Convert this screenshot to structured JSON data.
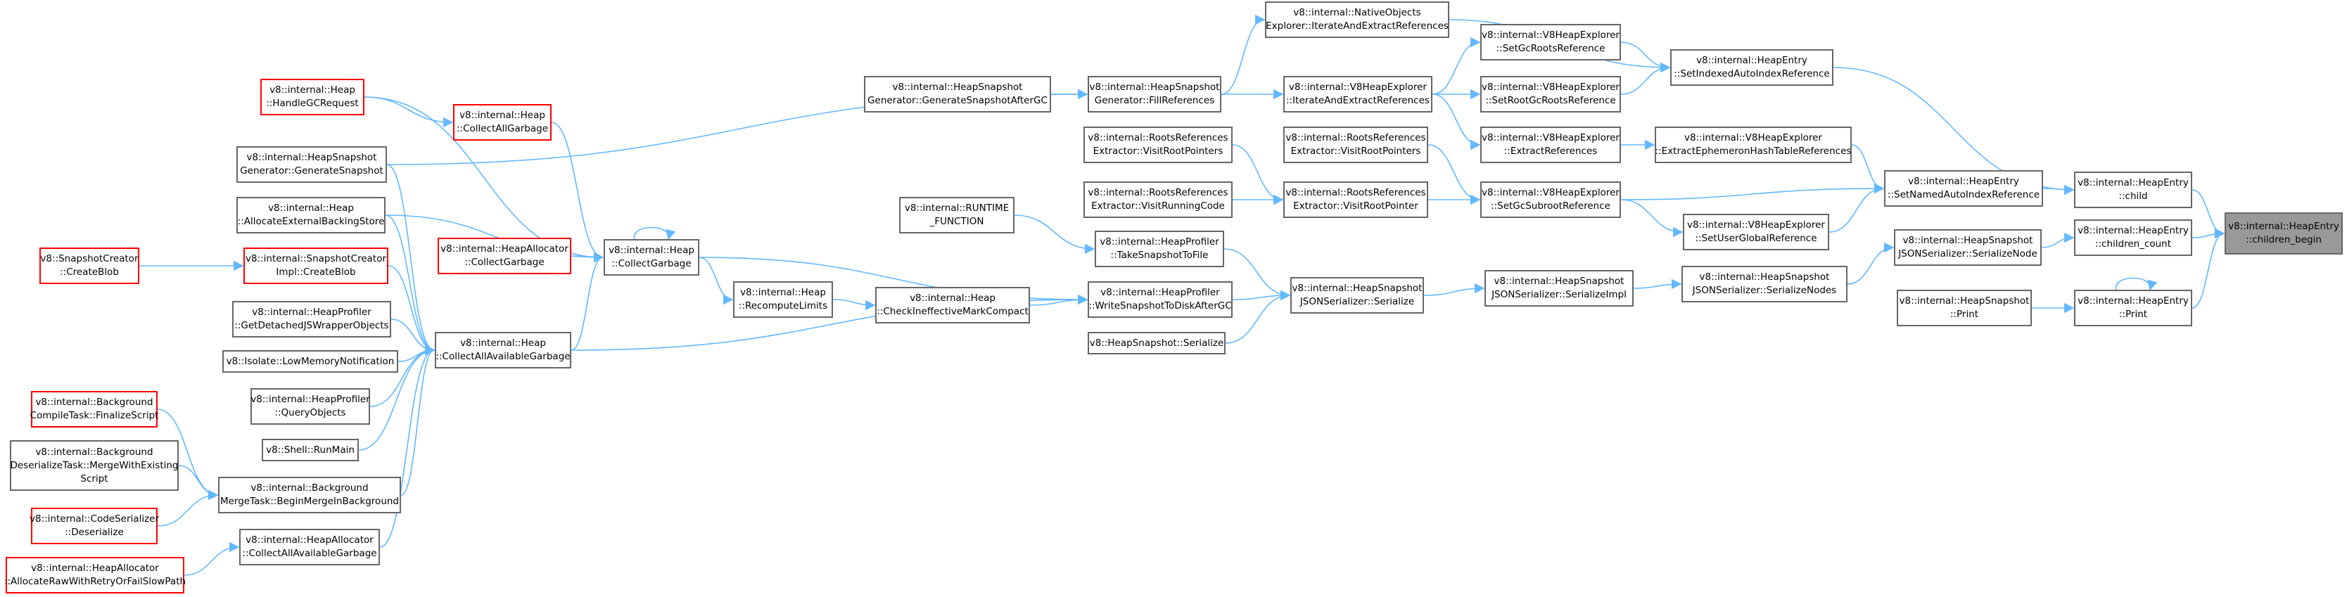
{
  "graph": {
    "nodes": [
      {
        "id": "n_children_begin",
        "lines": [
          "v8::internal::HeapEntry",
          "::children_begin"
        ],
        "style": "focus"
      },
      {
        "id": "n_he_child",
        "lines": [
          "v8::internal::HeapEntry",
          "::child"
        ],
        "style": "normal"
      },
      {
        "id": "n_he_children_count",
        "lines": [
          "v8::internal::HeapEntry",
          "::children_count"
        ],
        "style": "normal"
      },
      {
        "id": "n_he_print",
        "lines": [
          "v8::internal::HeapEntry",
          "::Print"
        ],
        "style": "normal"
      },
      {
        "id": "n_hs_print",
        "lines": [
          "v8::internal::HeapSnapshot",
          "::Print"
        ],
        "style": "normal"
      },
      {
        "id": "n_he_setindexed",
        "lines": [
          "v8::internal::HeapEntry",
          "::SetIndexedAutoIndexReference"
        ],
        "style": "normal"
      },
      {
        "id": "n_he_setnamed",
        "lines": [
          "v8::internal::HeapEntry",
          "::SetNamedAutoIndexReference"
        ],
        "style": "normal"
      },
      {
        "id": "n_json_serializenode",
        "lines": [
          "v8::internal::HeapSnapshot",
          "JSONSerializer::SerializeNode"
        ],
        "style": "normal"
      },
      {
        "id": "n_json_serializenodes",
        "lines": [
          "v8::internal::HeapSnapshot",
          "JSONSerializer::SerializeNodes"
        ],
        "style": "normal"
      },
      {
        "id": "n_json_serializeimpl",
        "lines": [
          "v8::internal::HeapSnapshot",
          "JSONSerializer::SerializeImpl"
        ],
        "style": "normal"
      },
      {
        "id": "n_json_serialize",
        "lines": [
          "v8::internal::HeapSnapshot",
          "JSONSerializer::Serialize"
        ],
        "style": "normal"
      },
      {
        "id": "n_native_iterate",
        "lines": [
          "v8::internal::NativeObjects",
          "Explorer::IterateAndExtractReferences"
        ],
        "style": "normal"
      },
      {
        "id": "n_v8he_setgcroots",
        "lines": [
          "v8::internal::V8HeapExplorer",
          "::SetGcRootsReference"
        ],
        "style": "normal"
      },
      {
        "id": "n_v8he_setrootgcroots",
        "lines": [
          "v8::internal::V8HeapExplorer",
          "::SetRootGcRootsReference"
        ],
        "style": "normal"
      },
      {
        "id": "n_v8he_extractrefs",
        "lines": [
          "v8::internal::V8HeapExplorer",
          "::ExtractReferences"
        ],
        "style": "normal"
      },
      {
        "id": "n_v8he_ephemeron",
        "lines": [
          "v8::internal::V8HeapExplorer",
          "::ExtractEphemeronHashTableReferences"
        ],
        "style": "normal"
      },
      {
        "id": "n_v8he_setgcsubroot",
        "lines": [
          "v8::internal::V8HeapExplorer",
          "::SetGcSubrootReference"
        ],
        "style": "normal"
      },
      {
        "id": "n_v8he_setuserglobal",
        "lines": [
          "v8::internal::V8HeapExplorer",
          "::SetUserGlobalReference"
        ],
        "style": "normal"
      },
      {
        "id": "n_v8he_iterate",
        "lines": [
          "v8::internal::V8HeapExplorer",
          "::IterateAndExtractReferences"
        ],
        "style": "normal"
      },
      {
        "id": "n_rre_visitrootpointers_r",
        "lines": [
          "v8::internal::RootsReferences",
          "Extractor::VisitRootPointers"
        ],
        "style": "normal"
      },
      {
        "id": "n_rre_visitrootpointer",
        "lines": [
          "v8::internal::RootsReferences",
          "Extractor::VisitRootPointer"
        ],
        "style": "normal"
      },
      {
        "id": "n_rre_visitrootpointers_l",
        "lines": [
          "v8::internal::RootsReferences",
          "Extractor::VisitRootPointers"
        ],
        "style": "normal"
      },
      {
        "id": "n_rre_visitrunningcode",
        "lines": [
          "v8::internal::RootsReferences",
          "Extractor::VisitRunningCode"
        ],
        "style": "normal"
      },
      {
        "id": "n_hsg_fillrefs",
        "lines": [
          "v8::internal::HeapSnapshot",
          "Generator::FillReferences"
        ],
        "style": "normal"
      },
      {
        "id": "n_hsg_generateaftergc",
        "lines": [
          "v8::internal::HeapSnapshot",
          "Generator::GenerateSnapshotAfterGC"
        ],
        "style": "normal"
      },
      {
        "id": "n_hp_takesnapshot",
        "lines": [
          "v8::internal::HeapProfiler",
          "::TakeSnapshotToFile"
        ],
        "style": "normal"
      },
      {
        "id": "n_hp_writesnapshot",
        "lines": [
          "v8::internal::HeapProfiler",
          "::WriteSnapshotToDiskAfterGC"
        ],
        "style": "normal"
      },
      {
        "id": "n_hs_serialize",
        "lines": [
          "v8::HeapSnapshot::Serialize"
        ],
        "style": "normal"
      },
      {
        "id": "n_runtime_function",
        "lines": [
          "v8::internal::RUNTIME",
          "_FUNCTION"
        ],
        "style": "normal"
      },
      {
        "id": "n_heap_checkineffective",
        "lines": [
          "v8::internal::Heap",
          "::CheckIneffectiveMarkCompact"
        ],
        "style": "normal"
      },
      {
        "id": "n_heap_recomputelimits",
        "lines": [
          "v8::internal::Heap",
          "::RecomputeLimits"
        ],
        "style": "normal"
      },
      {
        "id": "n_heap_collectgarbage",
        "lines": [
          "v8::internal::Heap",
          "::CollectGarbage"
        ],
        "style": "normal"
      },
      {
        "id": "n_heapalloc_collectgarbage",
        "lines": [
          "v8::internal::HeapAllocator",
          "::CollectGarbage"
        ],
        "style": "red"
      },
      {
        "id": "n_heap_collectallgarbage",
        "lines": [
          "v8::internal::Heap",
          "::CollectAllGarbage"
        ],
        "style": "red"
      },
      {
        "id": "n_heap_handlegc",
        "lines": [
          "v8::internal::Heap",
          "::HandleGCRequest"
        ],
        "style": "red"
      },
      {
        "id": "n_hsg_generatesnapshot",
        "lines": [
          "v8::internal::HeapSnapshot",
          "Generator::GenerateSnapshot"
        ],
        "style": "normal"
      },
      {
        "id": "n_heap_allocextbacking",
        "lines": [
          "v8::internal::Heap",
          "::AllocateExternalBackingStore"
        ],
        "style": "normal"
      },
      {
        "id": "n_heap_collectallavail",
        "lines": [
          "v8::internal::Heap",
          "::CollectAllAvailableGarbage"
        ],
        "style": "normal"
      },
      {
        "id": "n_snapshotcreator_createblob",
        "lines": [
          "v8::SnapshotCreator",
          "::CreateBlob"
        ],
        "style": "red"
      },
      {
        "id": "n_snapshotcreatorimpl_createblob",
        "lines": [
          "v8::internal::SnapshotCreator",
          "Impl::CreateBlob"
        ],
        "style": "red"
      },
      {
        "id": "n_hp_getdetached",
        "lines": [
          "v8::internal::HeapProfiler",
          "::GetDetachedJSWrapperObjects"
        ],
        "style": "normal"
      },
      {
        "id": "n_isolate_lowmem",
        "lines": [
          "v8::Isolate::LowMemoryNotification"
        ],
        "style": "normal"
      },
      {
        "id": "n_hp_queryobjects",
        "lines": [
          "v8::internal::HeapProfiler",
          "::QueryObjects"
        ],
        "style": "normal"
      },
      {
        "id": "n_shell_runmain",
        "lines": [
          "v8::Shell::RunMain"
        ],
        "style": "normal"
      },
      {
        "id": "n_bg_compile_finalize",
        "lines": [
          "v8::internal::Background",
          "CompileTask::FinalizeScript"
        ],
        "style": "red"
      },
      {
        "id": "n_bg_deserialize_merge",
        "lines": [
          "v8::internal::Background",
          "DeserializeTask::MergeWithExisting",
          "Script"
        ],
        "style": "normal"
      },
      {
        "id": "n_bg_merge_begin",
        "lines": [
          "v8::internal::Background",
          "MergeTask::BeginMergeInBackground"
        ],
        "style": "normal"
      },
      {
        "id": "n_codeserializer_deserialize",
        "lines": [
          "v8::internal::CodeSerializer",
          "::Deserialize"
        ],
        "style": "red"
      },
      {
        "id": "n_heapalloc_collectallavail",
        "lines": [
          "v8::internal::HeapAllocator",
          "::CollectAllAvailableGarbage"
        ],
        "style": "normal"
      },
      {
        "id": "n_heapalloc_allocraw",
        "lines": [
          "v8::internal::HeapAllocator",
          "::AllocateRawWithRetryOrFailSlowPath"
        ],
        "style": "red"
      }
    ],
    "edges": [
      [
        "n_he_child",
        "n_children_begin"
      ],
      [
        "n_he_children_count",
        "n_children_begin"
      ],
      [
        "n_he_print",
        "n_children_begin"
      ],
      [
        "n_he_print",
        "n_he_print"
      ],
      [
        "n_hs_print",
        "n_he_print"
      ],
      [
        "n_he_setindexed",
        "n_he_child"
      ],
      [
        "n_he_setnamed",
        "n_he_child"
      ],
      [
        "n_json_serializenode",
        "n_he_children_count"
      ],
      [
        "n_json_serializenodes",
        "n_json_serializenode"
      ],
      [
        "n_json_serializeimpl",
        "n_json_serializenodes"
      ],
      [
        "n_json_serialize",
        "n_json_serializeimpl"
      ],
      [
        "n_native_iterate",
        "n_he_setindexed"
      ],
      [
        "n_v8he_setgcroots",
        "n_he_setindexed"
      ],
      [
        "n_v8he_setrootgcroots",
        "n_he_setindexed"
      ],
      [
        "n_v8he_extractrefs",
        "n_v8he_ephemeron"
      ],
      [
        "n_v8he_ephemeron",
        "n_he_setnamed"
      ],
      [
        "n_v8he_setgcsubroot",
        "n_he_setnamed"
      ],
      [
        "n_v8he_setgcsubroot",
        "n_v8he_setuserglobal"
      ],
      [
        "n_v8he_setuserglobal",
        "n_he_setnamed"
      ],
      [
        "n_v8he_iterate",
        "n_v8he_setgcroots"
      ],
      [
        "n_v8he_iterate",
        "n_v8he_setrootgcroots"
      ],
      [
        "n_v8he_iterate",
        "n_v8he_extractrefs"
      ],
      [
        "n_rre_visitrootpointers_r",
        "n_v8he_setgcsubroot"
      ],
      [
        "n_rre_visitrootpointer",
        "n_v8he_setgcsubroot"
      ],
      [
        "n_rre_visitrootpointers_l",
        "n_rre_visitrootpointer"
      ],
      [
        "n_rre_visitrunningcode",
        "n_rre_visitrootpointer"
      ],
      [
        "n_hsg_fillrefs",
        "n_native_iterate"
      ],
      [
        "n_hsg_fillrefs",
        "n_v8he_iterate"
      ],
      [
        "n_hsg_generateaftergc",
        "n_hsg_fillrefs"
      ],
      [
        "n_hsg_generatesnapshot",
        "n_hsg_fillrefs"
      ],
      [
        "n_hp_takesnapshot",
        "n_json_serialize"
      ],
      [
        "n_hp_writesnapshot",
        "n_json_serialize"
      ],
      [
        "n_hs_serialize",
        "n_json_serialize"
      ],
      [
        "n_runtime_function",
        "n_hp_takesnapshot"
      ],
      [
        "n_heap_checkineffective",
        "n_hp_writesnapshot"
      ],
      [
        "n_heap_recomputelimits",
        "n_heap_checkineffective"
      ],
      [
        "n_heap_collectgarbage",
        "n_heap_recomputelimits"
      ],
      [
        "n_heap_collectgarbage",
        "n_heap_collectgarbage"
      ],
      [
        "n_heap_collectgarbage",
        "n_hp_writesnapshot"
      ],
      [
        "n_heap_collectallavail",
        "n_hp_writesnapshot"
      ],
      [
        "n_heapalloc_collectgarbage",
        "n_heap_collectgarbage"
      ],
      [
        "n_heap_collectallgarbage",
        "n_heap_collectgarbage"
      ],
      [
        "n_heap_handlegc",
        "n_heap_collectallgarbage"
      ],
      [
        "n_heap_handlegc",
        "n_heap_collectgarbage"
      ],
      [
        "n_hsg_generatesnapshot",
        "n_heap_collectallavail"
      ],
      [
        "n_heap_allocextbacking",
        "n_heap_collectgarbage"
      ],
      [
        "n_heap_allocextbacking",
        "n_heap_collectallavail"
      ],
      [
        "n_heap_collectallavail",
        "n_heap_collectgarbage"
      ],
      [
        "n_snapshotcreator_createblob",
        "n_snapshotcreatorimpl_createblob"
      ],
      [
        "n_snapshotcreatorimpl_createblob",
        "n_heap_collectallavail"
      ],
      [
        "n_hp_getdetached",
        "n_heap_collectallavail"
      ],
      [
        "n_isolate_lowmem",
        "n_heap_collectallavail"
      ],
      [
        "n_hp_queryobjects",
        "n_heap_collectallavail"
      ],
      [
        "n_shell_runmain",
        "n_heap_collectallavail"
      ],
      [
        "n_bg_compile_finalize",
        "n_bg_merge_begin"
      ],
      [
        "n_bg_deserialize_merge",
        "n_bg_merge_begin"
      ],
      [
        "n_codeserializer_deserialize",
        "n_bg_merge_begin"
      ],
      [
        "n_bg_merge_begin",
        "n_heap_collectallavail"
      ],
      [
        "n_heapalloc_collectallavail",
        "n_heap_collectallavail"
      ],
      [
        "n_heapalloc_allocraw",
        "n_heapalloc_collectallavail"
      ]
    ],
    "colors": {
      "edge": "#63b8ff",
      "border": "#666666",
      "red_border": "#ff0000",
      "focus_fill": "#999999"
    }
  }
}
